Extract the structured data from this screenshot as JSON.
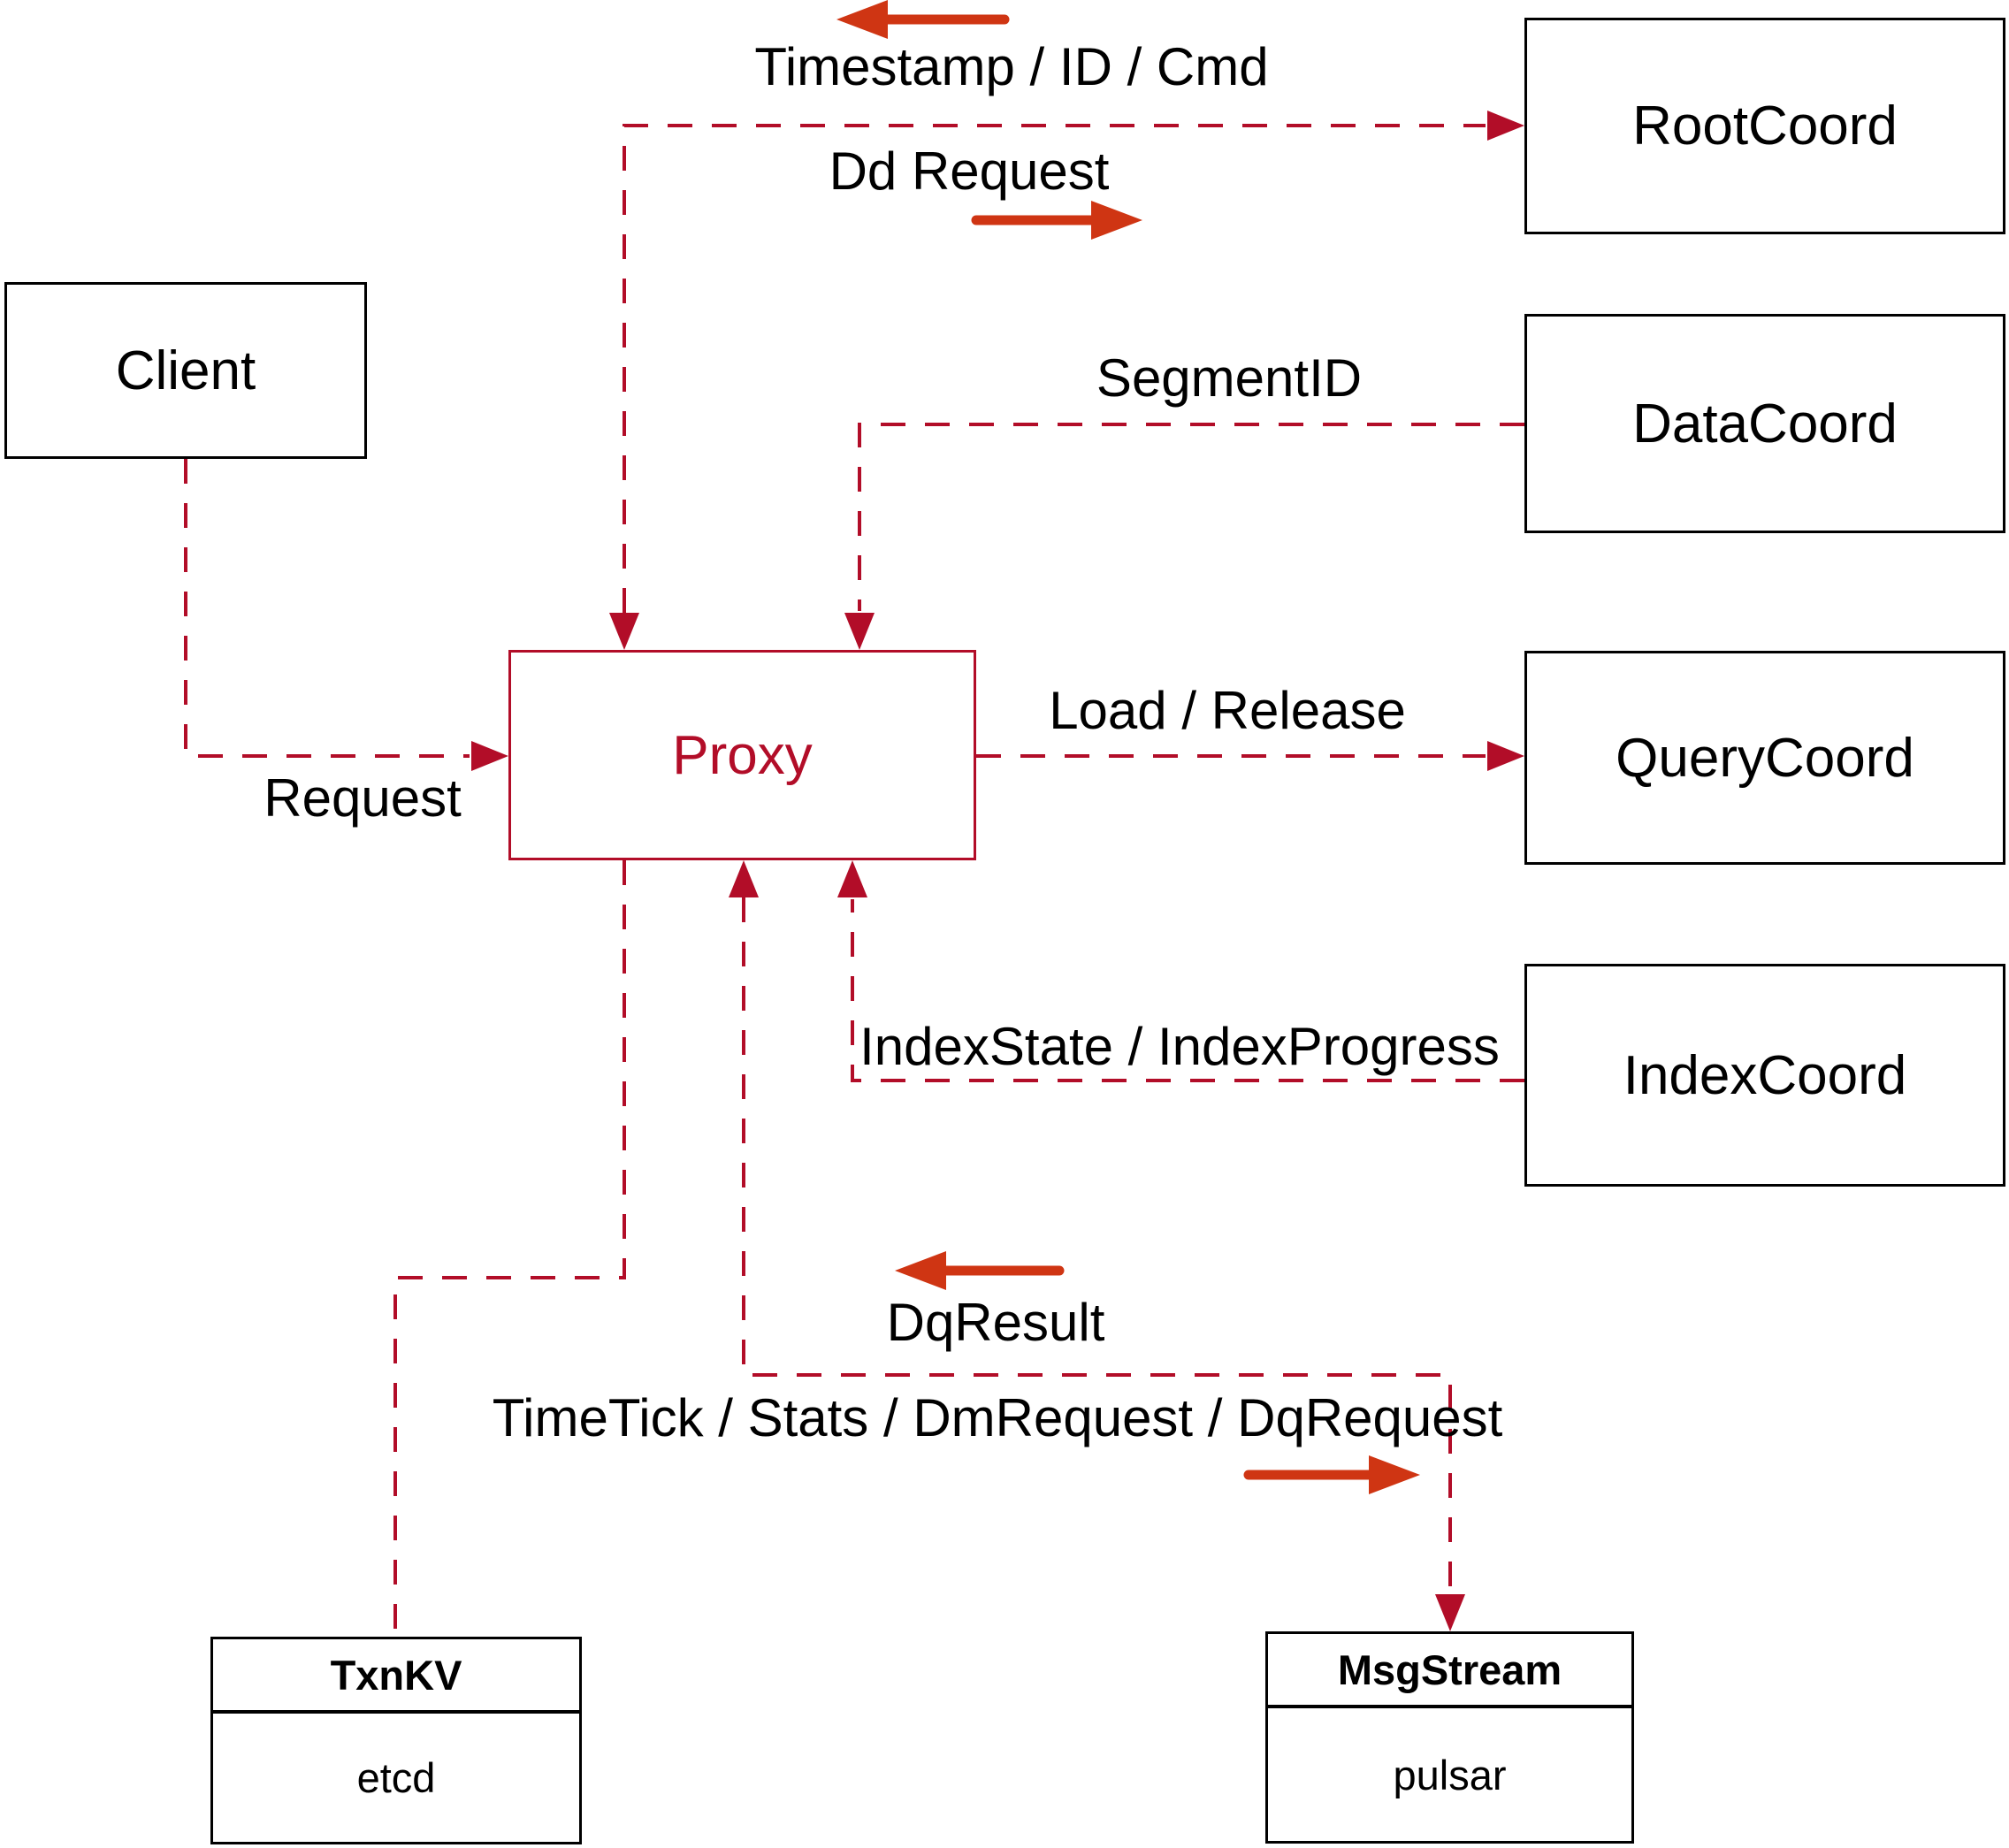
{
  "colors": {
    "dashed_line": "#b20d28",
    "direction_arrow": "#cf3513",
    "box_border": "#000000",
    "text": "#000000",
    "background": "#ffffff"
  },
  "nodes": {
    "client": {
      "label": "Client"
    },
    "proxy": {
      "label": "Proxy"
    },
    "root_coord": {
      "label": "RootCoord"
    },
    "data_coord": {
      "label": "DataCoord"
    },
    "query_coord": {
      "label": "QueryCoord"
    },
    "index_coord": {
      "label": "IndexCoord"
    },
    "txn_kv": {
      "header": "TxnKV",
      "body": "etcd"
    },
    "msg_stream": {
      "header": "MsgStream",
      "body": "pulsar"
    }
  },
  "edges": {
    "client_to_proxy": {
      "label": "Request"
    },
    "proxy_rootcoord": {
      "label_return": "Timestamp / ID / Cmd",
      "label_forward": "Dd Request"
    },
    "datacoord_to_proxy": {
      "label": "SegmentID"
    },
    "proxy_to_querycoord": {
      "label": "Load / Release"
    },
    "indexcoord_to_proxy": {
      "label": "IndexState / IndexProgress"
    },
    "proxy_msgstream": {
      "label_return": "DqResult",
      "label_forward": "TimeTick / Stats / DmRequest / DqRequest"
    }
  }
}
